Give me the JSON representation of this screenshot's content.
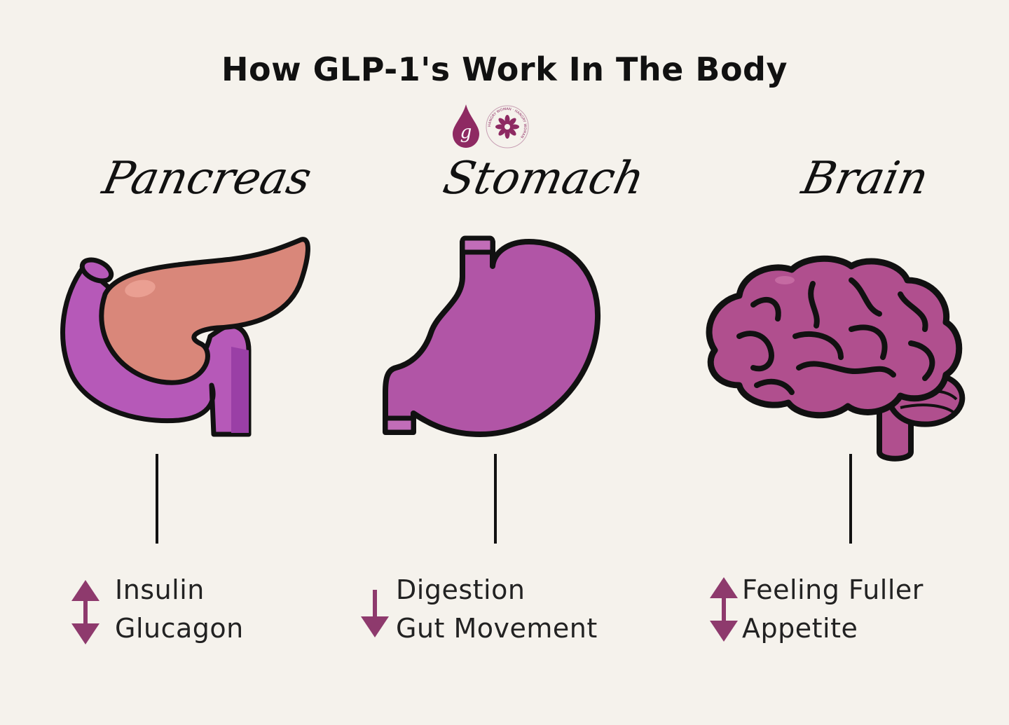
{
  "title": "How GLP-1's Work In The Body",
  "logos": {
    "drop_letter": "g",
    "badge_text": "HANGRY WOMAN · HANGRY WOMAN ·"
  },
  "colors": {
    "accent": "#8e3a6d",
    "pancreas": "#d9877a",
    "organ_purple": "#b155a6",
    "brain": "#b04f8e",
    "outline": "#111111"
  },
  "organs": [
    {
      "name": "Pancreas",
      "icon": "pancreas-icon",
      "effects": [
        {
          "direction": "up",
          "label": "Insulin"
        },
        {
          "direction": "down",
          "label": "Glucagon"
        }
      ]
    },
    {
      "name": "Stomach",
      "icon": "stomach-icon",
      "effects": [
        {
          "direction": "down",
          "label": "Digestion"
        },
        {
          "direction": "down",
          "label": "Gut Movement"
        }
      ]
    },
    {
      "name": "Brain",
      "icon": "brain-icon",
      "effects": [
        {
          "direction": "up",
          "label": "Feeling Fuller"
        },
        {
          "direction": "down",
          "label": "Appetite"
        }
      ]
    }
  ]
}
